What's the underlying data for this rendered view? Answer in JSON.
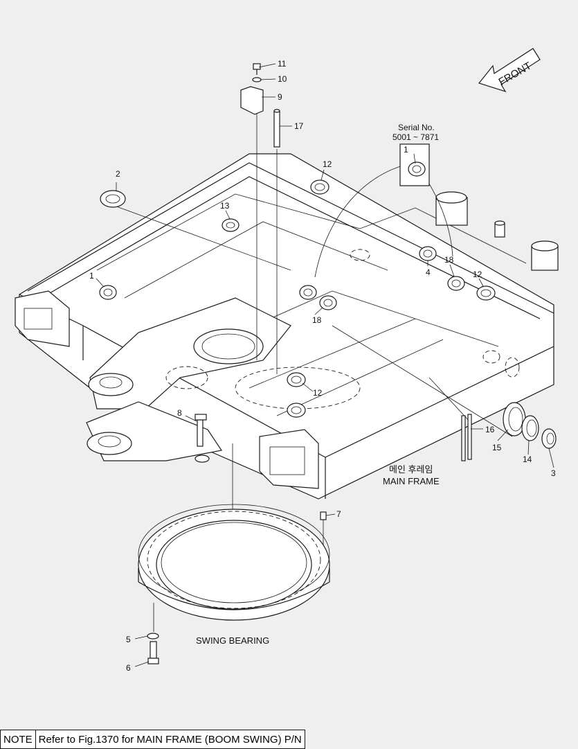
{
  "labels": {
    "front": "FRONT",
    "serial_title": "Serial No.",
    "serial_range": "5001 ~ 7871",
    "main_frame_kr": "메인 후레임",
    "main_frame": "MAIN FRAME",
    "swing_bearing": "SWING BEARING"
  },
  "callouts": {
    "c11": "11",
    "c10": "10",
    "c9": "9",
    "c17": "17",
    "c2": "2",
    "c12a": "12",
    "c13": "13",
    "c1_box": "1",
    "c1": "1",
    "c4": "4",
    "c18a": "18",
    "c12b": "12",
    "c18b": "18",
    "c12c": "12",
    "c8": "8",
    "c16": "16",
    "c15": "15",
    "c14": "14",
    "c3": "3",
    "c7": "7",
    "c5": "5",
    "c6": "6"
  },
  "note": {
    "label": "NOTE",
    "text": "Refer to Fig.1370 for MAIN FRAME (BOOM SWING) P/N"
  }
}
